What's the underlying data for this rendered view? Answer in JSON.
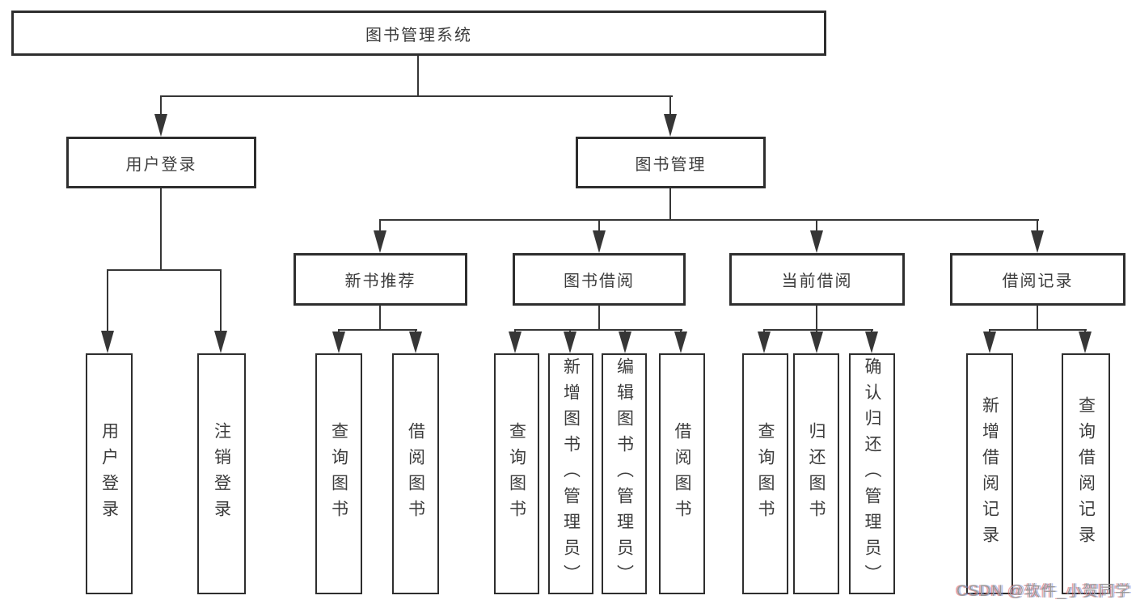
{
  "colors": {
    "background": "#ffffff",
    "line": "#363636",
    "box_border": "#2e2e2e",
    "box_text": "#3c3c3c",
    "watermark_text": "#9a9a9a"
  },
  "watermark": {
    "text": "CSDN @软件_小贺同学"
  },
  "tree": {
    "label": "图书管理系统",
    "children": [
      {
        "label": "用户登录",
        "children": [
          {
            "label": "用户登录"
          },
          {
            "label": "注销登录"
          }
        ]
      },
      {
        "label": "图书管理",
        "children": [
          {
            "label": "新书推荐",
            "children": [
              {
                "label": "查询图书"
              },
              {
                "label": "借阅图书"
              }
            ]
          },
          {
            "label": "图书借阅",
            "children": [
              {
                "label": "查询图书"
              },
              {
                "label": "新增图书（管理员）"
              },
              {
                "label": "编辑图书（管理员）"
              },
              {
                "label": "借阅图书"
              }
            ]
          },
          {
            "label": "当前借阅",
            "children": [
              {
                "label": "查询图书"
              },
              {
                "label": "归还图书"
              },
              {
                "label": "确认归还（管理员）"
              }
            ]
          },
          {
            "label": "借阅记录",
            "children": [
              {
                "label": "新增借阅记录"
              },
              {
                "label": "查询借阅记录"
              }
            ]
          }
        ]
      }
    ]
  }
}
